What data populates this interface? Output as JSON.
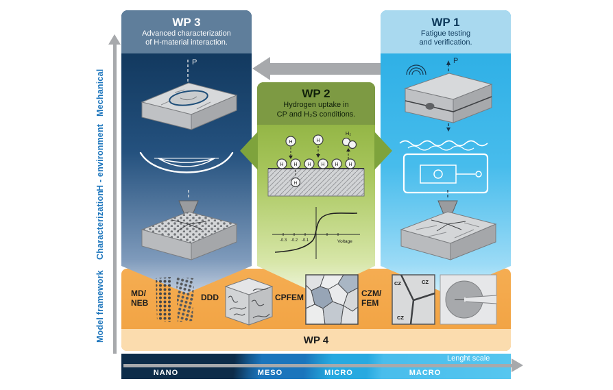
{
  "axis": {
    "mechanical": "Mechanical",
    "h_environment": "H - environment",
    "characterization": "Characterization",
    "model_framework": "Model framework"
  },
  "scale": {
    "title": "Lenght scale",
    "nano": "NANO",
    "meso": "MESO",
    "micro": "MICRO",
    "macro": "MACRO"
  },
  "wp3": {
    "title": "WP 3",
    "line1": "Advanced characterization",
    "line2": "of H-material interaction.",
    "load_label": "P"
  },
  "wp2": {
    "title": "WP 2",
    "line1": "Hydrogen uptake in",
    "line2": "CP and H₂S conditions.",
    "h": "H",
    "h2": "H₂",
    "plot": {
      "xlabel": "Voltage",
      "ticks": [
        "-0.3",
        "-0.2",
        "-0.1"
      ]
    }
  },
  "wp1": {
    "title": "WP 1",
    "line1": "Fatigue testing",
    "line2": "and verification.",
    "load_label": "P"
  },
  "wp4": {
    "title": "WP 4",
    "models": [
      {
        "l1": "MD/",
        "l2": "NEB"
      },
      {
        "l1": "DDD",
        "l2": ""
      },
      {
        "l1": "CPFEM",
        "l2": ""
      },
      {
        "l1": "CZM/",
        "l2": "FEM"
      }
    ],
    "cz": "CZ"
  },
  "colors": {
    "wp3_header": "#5f7e9b",
    "wp3_body": "#12395f",
    "wp2_header": "#7d9a43",
    "wp2_body": "#94b646",
    "wp1_header": "#a9d9ef",
    "wp1_body": "#2fb0e6",
    "wp4_band": "#f2a64a",
    "axis_text": "#1c75bc",
    "arrow_gray": "#a7a9ac"
  }
}
